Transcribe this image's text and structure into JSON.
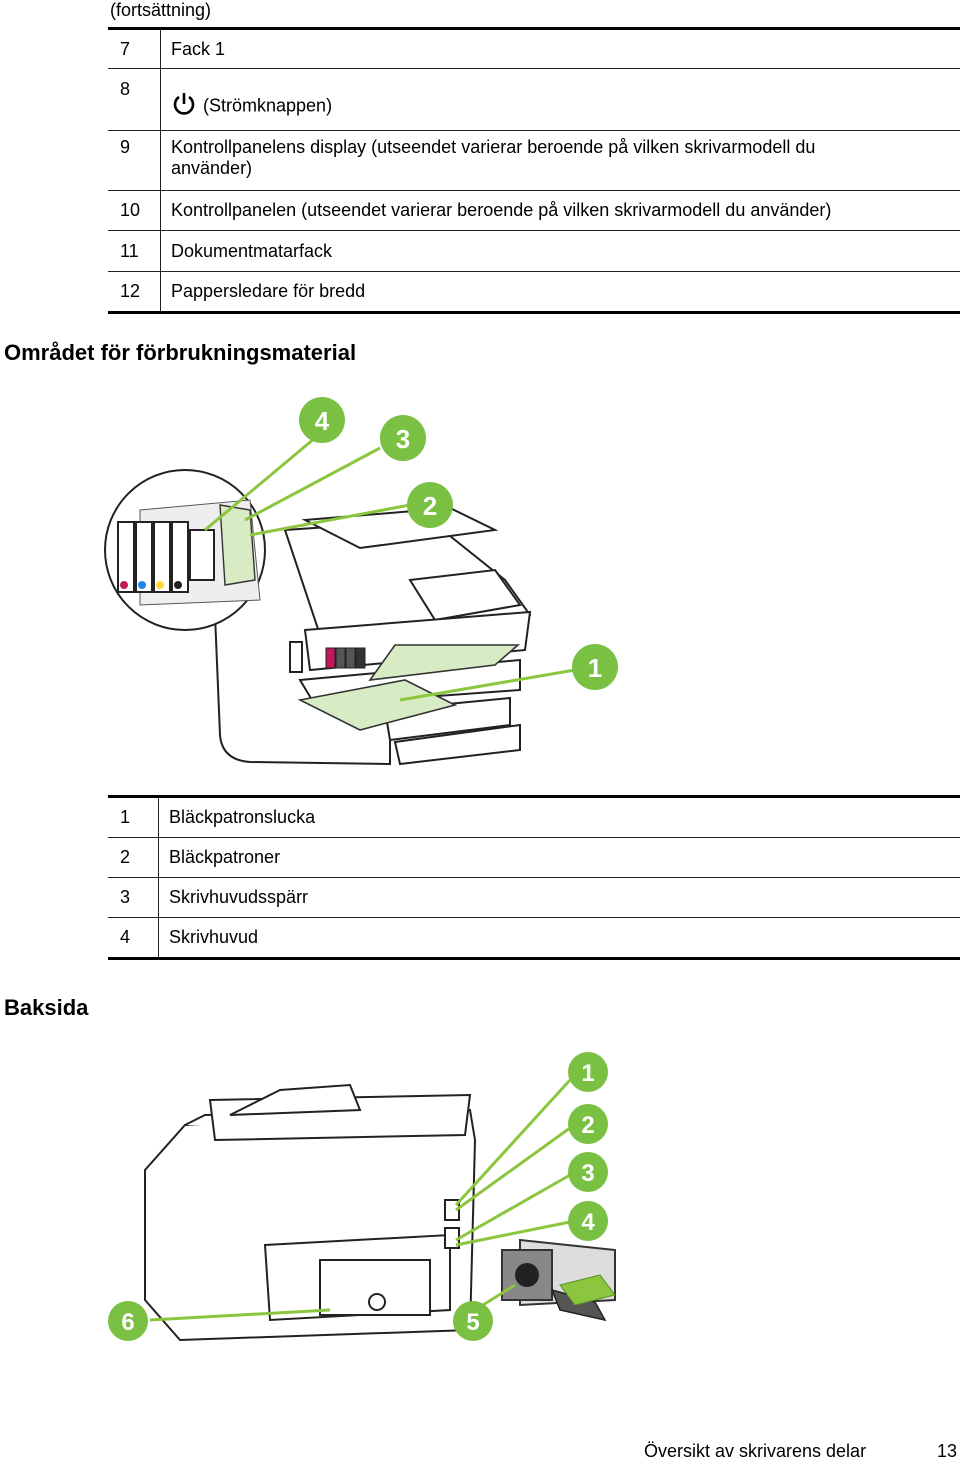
{
  "continued_label": "(fortsättning)",
  "parts_table_top": [
    {
      "num": "7",
      "desc": "Fack 1"
    },
    {
      "num": "8",
      "desc": "(Strömknappen)",
      "icon": "power-icon"
    },
    {
      "num": "9",
      "desc": "Kontrollpanelens display (utseendet varierar beroende på vilken skrivarmodell du använder)"
    },
    {
      "num": "10",
      "desc": "Kontrollpanelen (utseendet varierar beroende på vilken skrivarmodell du använder)"
    },
    {
      "num": "11",
      "desc": "Dokumentmatarfack"
    },
    {
      "num": "12",
      "desc": "Pappersledare för bredd"
    }
  ],
  "supplies_heading": "Området för förbrukningsmaterial",
  "supplies_callouts": [
    "4",
    "3",
    "2",
    "1"
  ],
  "supplies_table": [
    {
      "num": "1",
      "desc": "Bläckpatronslucka"
    },
    {
      "num": "2",
      "desc": "Bläckpatroner"
    },
    {
      "num": "3",
      "desc": "Skrivhuvudsspärr"
    },
    {
      "num": "4",
      "desc": "Skrivhuvud"
    }
  ],
  "back_heading": "Baksida",
  "back_callouts": [
    "1",
    "2",
    "3",
    "4",
    "5",
    "6"
  ],
  "footer": {
    "title": "Översikt av skrivarens delar",
    "page": "13"
  },
  "colors": {
    "callout_green": "#7ac143",
    "line_green": "#8cc63f"
  }
}
